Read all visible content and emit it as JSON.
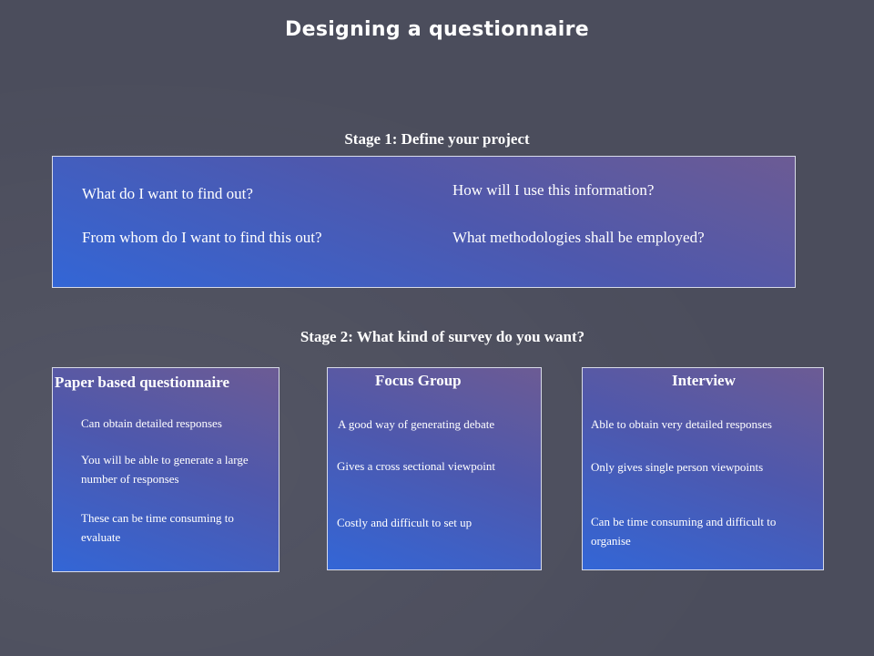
{
  "title": "Designing a questionnaire",
  "stage1": {
    "heading": "Stage 1: Define your project",
    "questions": [
      "What do I want to find out?",
      "From whom do I want to find this out?",
      "How will I use this information?",
      "What methodologies shall be employed?"
    ]
  },
  "stage2": {
    "heading": "Stage 2: What kind of survey do you want?",
    "boxes": [
      {
        "heading": "Paper based questionnaire",
        "points": [
          "Can obtain detailed responses",
          "You will be able to generate a large number of responses",
          "These can be time consuming to evaluate"
        ]
      },
      {
        "heading": "Focus Group",
        "points": [
          "A good way of generating debate",
          "Gives a cross sectional viewpoint",
          "Costly and difficult to set up"
        ]
      },
      {
        "heading": "Interview",
        "points": [
          "Able to obtain very detailed responses",
          "Only gives single person viewpoints",
          "Can be time consuming and difficult to organise"
        ]
      }
    ]
  }
}
